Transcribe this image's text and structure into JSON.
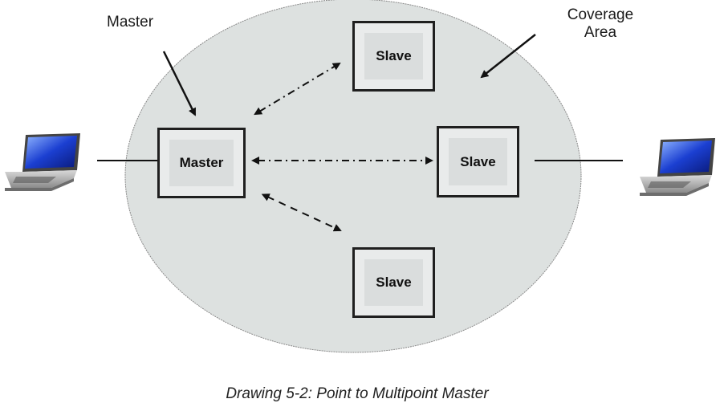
{
  "diagram": {
    "title_label": "Master",
    "coverage_label_line1": "Coverage",
    "coverage_label_line2": "Area",
    "nodes": {
      "master": "Master",
      "slave_top": "Slave",
      "slave_right": "Slave",
      "slave_bottom": "Slave"
    },
    "caption": "Drawing 5-2:  Point to Multipoint Master",
    "icons": [
      "laptop-icon",
      "laptop-icon"
    ],
    "colors": {
      "coverage_fill": "#dde1e0",
      "coverage_stroke": "#888888",
      "box_stroke": "#1f1f1f"
    }
  }
}
